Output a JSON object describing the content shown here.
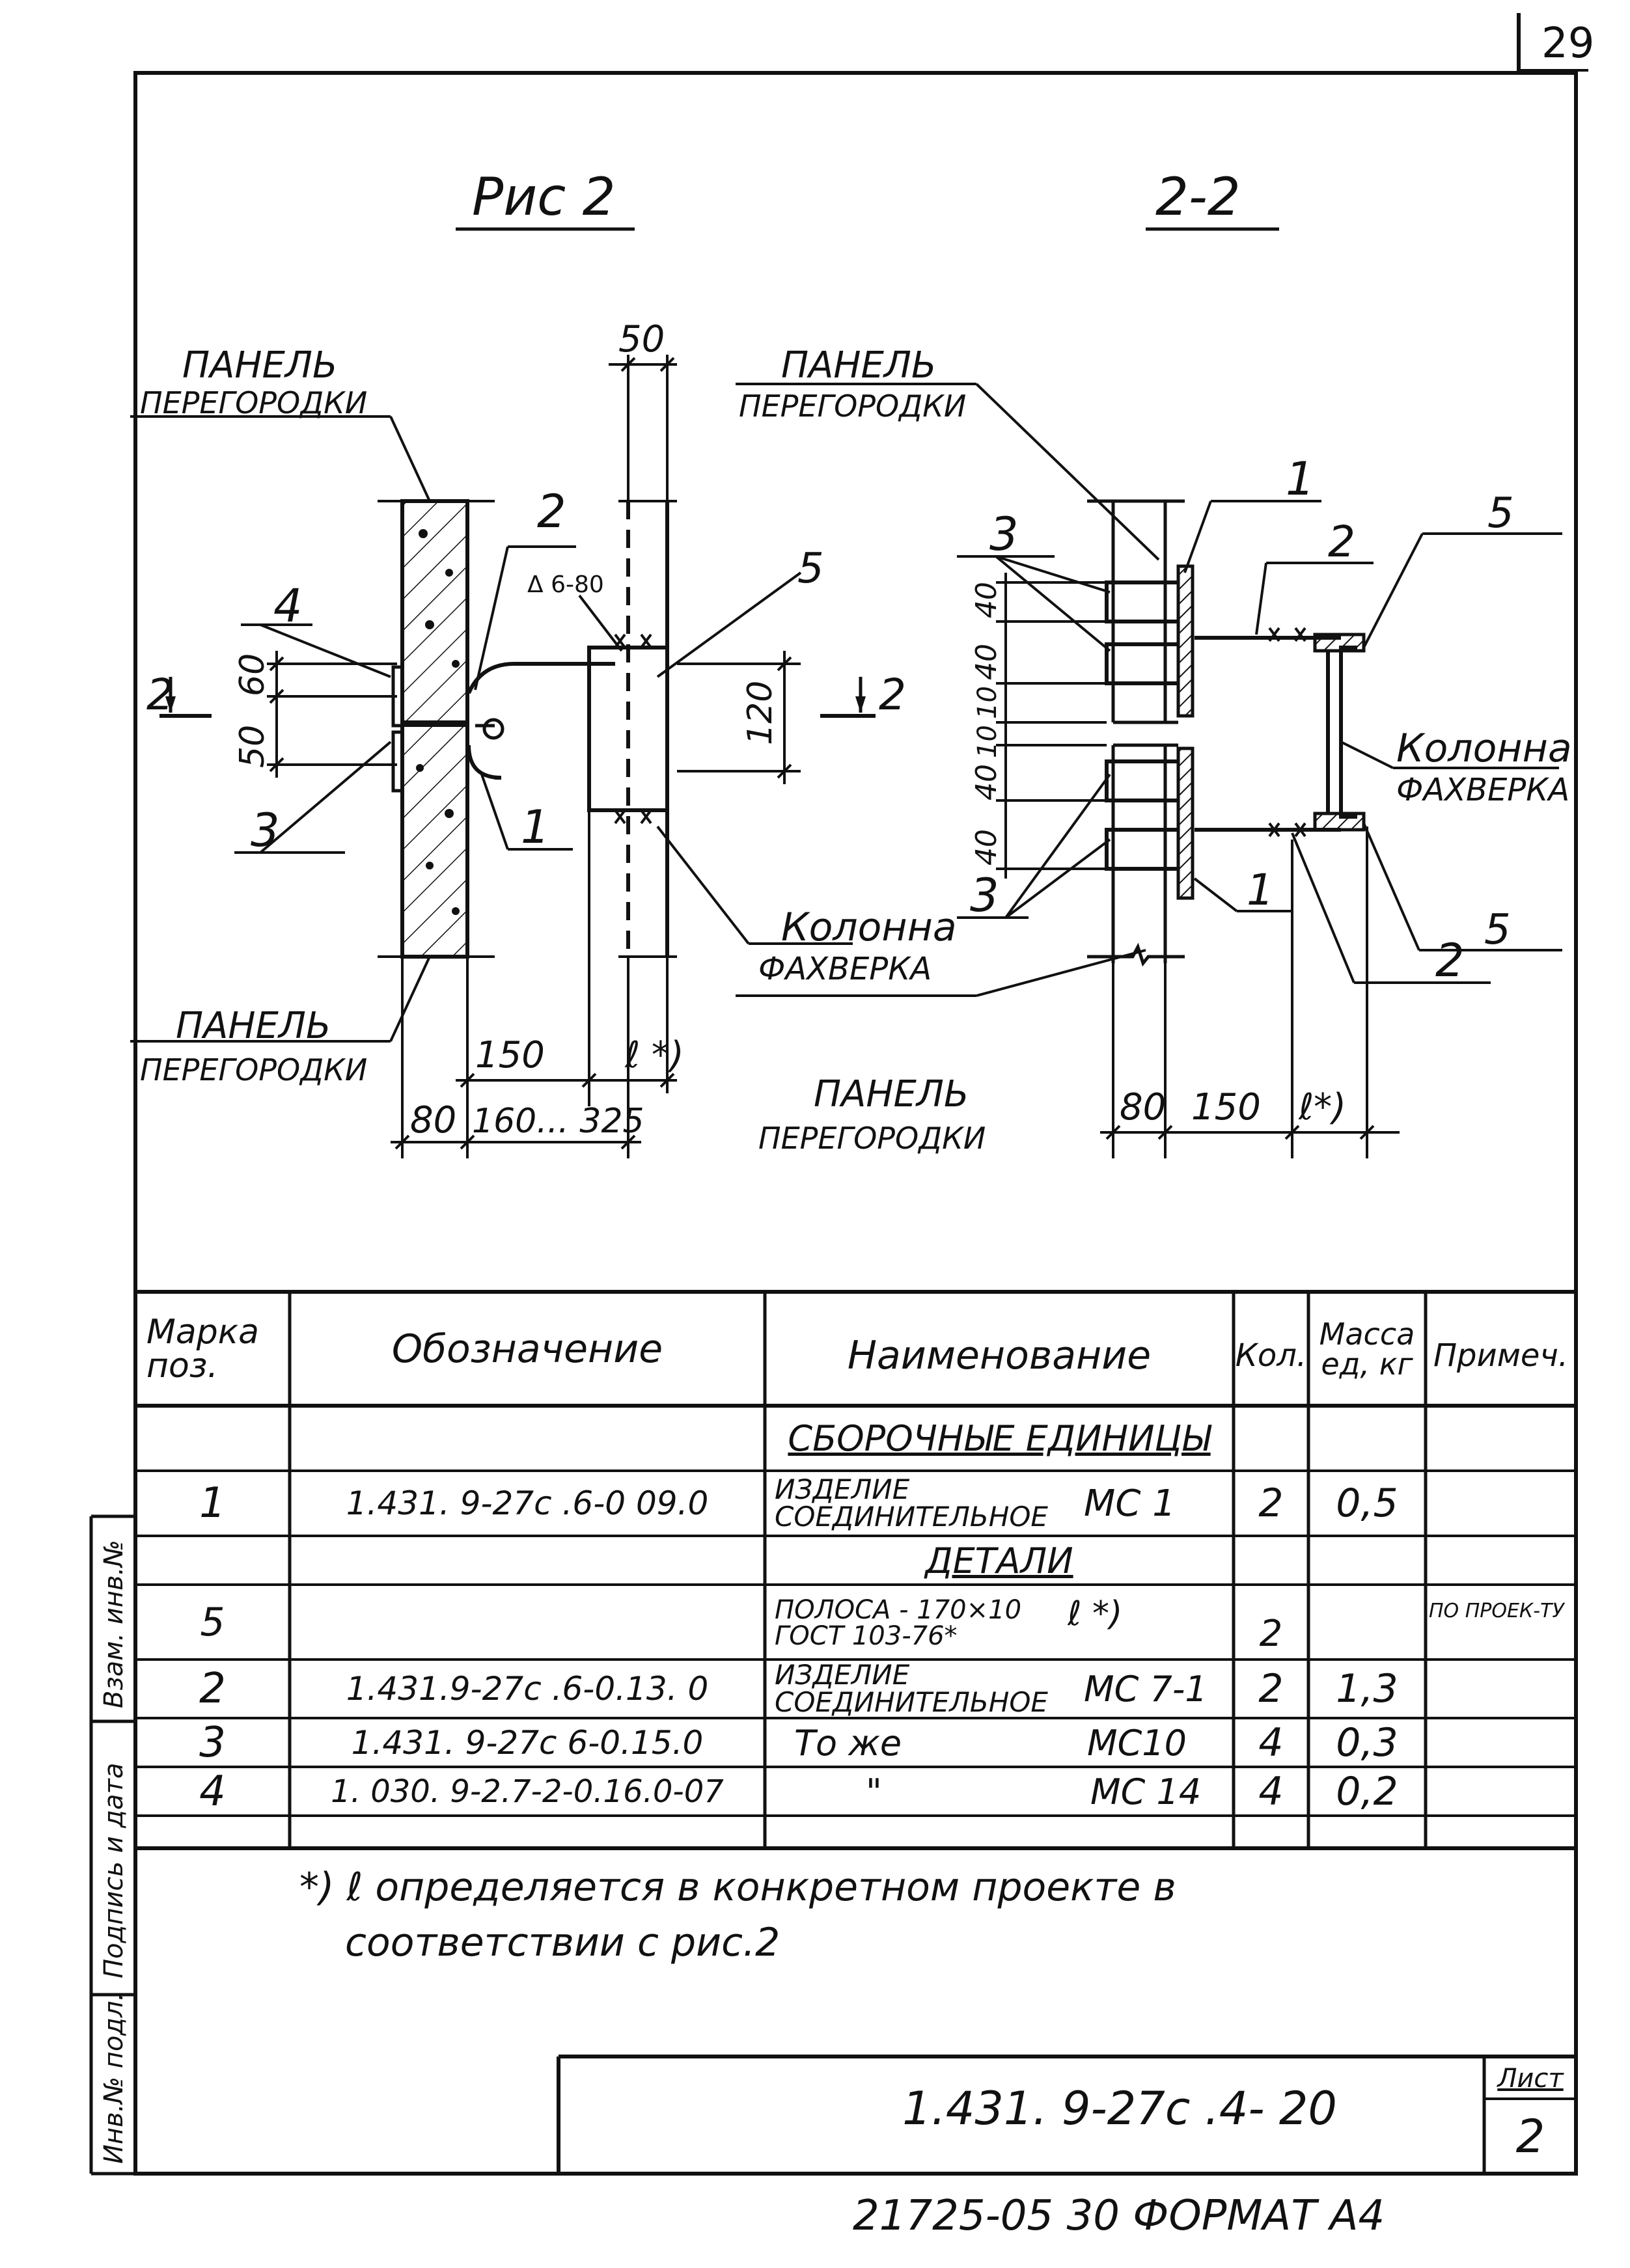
{
  "page_number": "29",
  "drawing1": {
    "title": "Рис 2",
    "labels": {
      "panel_top": [
        "ПАНЕЛЬ",
        "ПЕРЕГОРОДКИ"
      ],
      "panel_bottom": [
        "ПАНЕЛЬ",
        "ПЕРЕГОРОДКИ"
      ],
      "column": [
        "Колонна",
        "ФАХВЕРКА"
      ],
      "pos_1": "1",
      "pos_2": "2",
      "pos_3": "3",
      "pos_4": "4",
      "pos_5": "5",
      "weld_mark": "Δ 6-80",
      "section_mark_left": "2",
      "section_mark_right": "2"
    },
    "dimensions": {
      "d50": "50",
      "d60": "60",
      "d50b": "50",
      "d120": "120",
      "d150": "150",
      "dl": "ℓ *)",
      "d80": "80",
      "d160": "160... 325"
    }
  },
  "drawing2": {
    "title": "2-2",
    "labels": {
      "panel_top": [
        "ПАНЕЛЬ",
        "ПЕРЕГОРОДКИ"
      ],
      "panel_bottom": [
        "ПАНЕЛЬ",
        "ПЕРЕГОРОДКИ"
      ],
      "column": [
        "Колонна",
        "ФАХВЕРКА"
      ],
      "pos_1a": "1",
      "pos_2a": "2",
      "pos_3a": "3",
      "pos_5a": "5",
      "pos_1b": "1",
      "pos_2b": "2",
      "pos_3b": "3",
      "pos_5b": "5"
    },
    "dimensions": {
      "v": [
        "40",
        "40",
        "10",
        "10",
        "40",
        "40"
      ],
      "d80": "80",
      "d150": "150",
      "dl": "ℓ*)"
    }
  },
  "table": {
    "headers": {
      "mark": [
        "Марка",
        "поз."
      ],
      "designation": "Обозначение",
      "name": "Наименование",
      "qty": "Кол.",
      "mass": [
        "Масса",
        "ед, кг"
      ],
      "note": "Примеч."
    },
    "rows": [
      {
        "mark": "",
        "designation": "",
        "name": [
          "СБОРОЧНЫЕ ЕДИНИЦЫ"
        ],
        "code": "",
        "qty": "",
        "mass": "",
        "note": ""
      },
      {
        "mark": "1",
        "designation": "1.431. 9-27с .6-0 09.0",
        "name": [
          "ИЗДЕЛИЕ",
          "СОЕДИНИТЕЛЬНОЕ"
        ],
        "code": "МС 1",
        "qty": "2",
        "mass": "0,5",
        "note": ""
      },
      {
        "mark": "",
        "designation": "",
        "name": [
          "ДЕТАЛИ"
        ],
        "code": "",
        "qty": "",
        "mass": "",
        "note": ""
      },
      {
        "mark": "5",
        "designation": "",
        "name": [
          "ПОЛОСА - 170×10",
          "ГОСТ 103-76*"
        ],
        "code": "ℓ *)",
        "qty": "2",
        "mass": "",
        "note": "ПО ПРОЕК-ТУ"
      },
      {
        "mark": "2",
        "designation": "1.431.9-27с .6-0.13. 0",
        "name": [
          "ИЗДЕЛИЕ",
          "СОЕДИНИТЕЛЬНОЕ"
        ],
        "code": "МС 7-1",
        "qty": "2",
        "mass": "1,3",
        "note": ""
      },
      {
        "mark": "3",
        "designation": "1.431. 9-27с 6-0.15.0",
        "name": [
          "То же"
        ],
        "code": "МС10",
        "qty": "4",
        "mass": "0,3",
        "note": ""
      },
      {
        "mark": "4",
        "designation": "1. 030. 9-2.7-2-0.16.0-07",
        "name": [
          "\""
        ],
        "code": "МС 14",
        "qty": "4",
        "mass": "0,2",
        "note": ""
      }
    ]
  },
  "footnote": [
    "*) ℓ определяется в конкретном проекте в",
    "соответствии с рис.2"
  ],
  "side_stamp": [
    "Взам. инв.№",
    "Подпись и дата",
    "Инв.№ подл."
  ],
  "title_block": {
    "code": "1.431. 9-27с .4- 20",
    "sheet_label": "Лист",
    "sheet_number": "2"
  },
  "bottom_note": "21725-05 30  ФОРМАТ А4"
}
